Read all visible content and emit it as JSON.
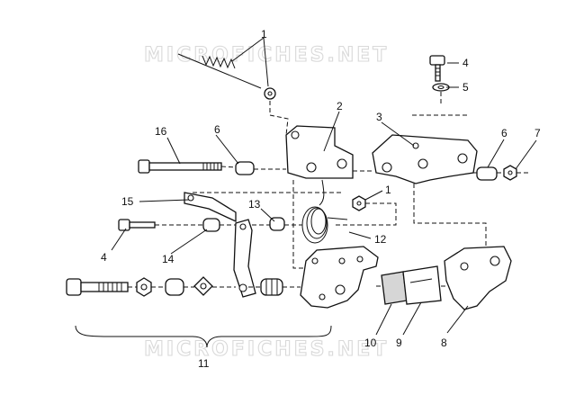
{
  "watermark": "MICROFICHES.NET",
  "labels": {
    "l1a": "1",
    "l1b": "1",
    "l2": "2",
    "l3": "3",
    "l4a": "4",
    "l4b": "4",
    "l5": "5",
    "l6a": "6",
    "l6b": "6",
    "l7": "7",
    "l8": "8",
    "l9": "9",
    "l10": "10",
    "l11": "11",
    "l12": "12",
    "l13": "13",
    "l14": "14",
    "l15": "15",
    "l16": "16"
  }
}
